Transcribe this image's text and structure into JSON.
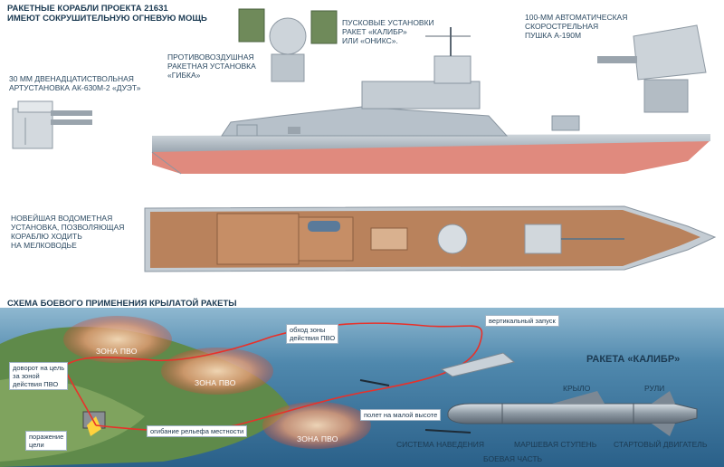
{
  "header": {
    "line1": "Ракетные корабли проекта 21631",
    "line2": "имеют сокрушительную огневую мощь"
  },
  "labels": {
    "ak630": [
      "30 мм двенадцатиствольная",
      "артустановка АК-630М-2 «Дуэт»"
    ],
    "gibka": [
      "Противовоздушная",
      "ракетная установка",
      "«Гибка»"
    ],
    "launchers": [
      "Пусковые установки",
      "ракет «Калибр»",
      "или «Оникс»."
    ],
    "a190": [
      "100-мм автоматическая",
      "скорострельная",
      "пушка А-190М"
    ],
    "waterjet": [
      "Новейшая водометная",
      "установка, позволяющая",
      "кораблю ходить",
      "на мелководье"
    ]
  },
  "scheme": {
    "title": "Схема боевого применения крылатой ракеты",
    "zones": [
      "Зона ПВО",
      "Зона ПВО",
      "Зона ПВО"
    ],
    "tags": {
      "bypass": [
        "обход зоны",
        "действия ПВО"
      ],
      "vertical": "вертикальный запуск",
      "turn": [
        "доворот на цель",
        "за зоной",
        "действия ПВО"
      ],
      "hit": [
        "поражение",
        "цели"
      ],
      "terrain": "огибание рельефа местности",
      "lowalt": "полет на малой высоте"
    }
  },
  "missile": {
    "title": "Ракета «Калибр»",
    "parts": {
      "wing": "Крыло",
      "rudders": "Рули",
      "guidance": "Система наведения",
      "sustainer": "Маршевая ступень",
      "booster": "Стартовый двигатель",
      "warhead": "Боевая часть"
    }
  },
  "colors": {
    "hull_grey": "#b9c3cb",
    "hull_red": "#e08a7e",
    "deck": "#b9825c",
    "sea": "#2f6f96",
    "land": "#5f8a4a",
    "path": "#e8312a"
  }
}
